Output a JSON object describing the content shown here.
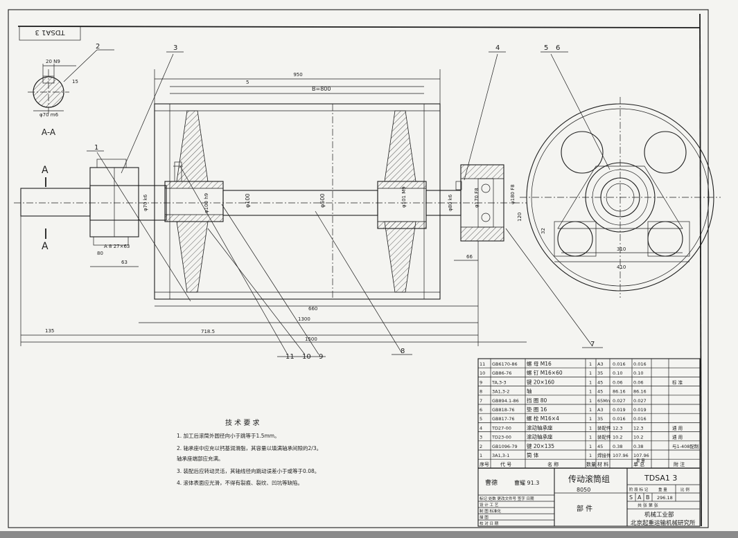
{
  "drawing": {
    "corner_code": "TDSA1 3",
    "section_label": "A-A",
    "view_label_top": "A",
    "view_label_bottom": "A",
    "keyway_width": "20 N9",
    "keyway_depth": "15",
    "shaft_section_dia": "φ70 m6"
  },
  "dimensions": {
    "d950": "950",
    "d5": "5",
    "b800": "B=800",
    "d660": "660",
    "d1300": "1300",
    "d1500": "1500",
    "d135": "135",
    "d718": "718.5",
    "d63": "63",
    "d80": "80",
    "d66": "66",
    "d120": "120",
    "d32": "32",
    "d310": "310",
    "d410": "410",
    "dia500": "φ500",
    "dia100": "φ100",
    "dia_d": "φ101 M9",
    "dia_left": "φ70 k6",
    "dia_mid": "φ100 h9",
    "dia_br1": "φ80 k6",
    "dia_br2": "φ180 F8",
    "dia_br3": "φ170 F8",
    "key_note": "A 8 27×63"
  },
  "balloons": [
    "2",
    "3",
    "1",
    "4",
    "5",
    "6",
    "7",
    "8",
    "9",
    "10",
    "11"
  ],
  "notes": {
    "title": "技 术 要 求",
    "items": [
      "1. 加工后滚筒外圆径向小于跳等于1.5mm。",
      "2. 轴承座中应充以钙基润滑脂，其容量以填满轴承间隙的2/3。",
      "   轴承座端部应充满。",
      "3. 装配后应转动灵活，其轴线径向跳动误差小于或等于0.08。",
      "4. 滚体表面应光滑，不得有裂痕、裂纹、凹坑等缺陷。"
    ]
  },
  "bom": {
    "rows": [
      {
        "no": "11",
        "code": "GB6170-86",
        "name": "螺 母  M16",
        "qty": "1",
        "mat": "A3",
        "w1": "0.016",
        "w2": "0.016",
        "note": ""
      },
      {
        "no": "10",
        "code": "GB86-76",
        "name": "螺 钉  M16×60",
        "qty": "1",
        "mat": "35",
        "w1": "0.10",
        "w2": "0.10",
        "note": ""
      },
      {
        "no": "9",
        "code": "TA,3-3",
        "name": "键  20×160",
        "qty": "1",
        "mat": "45",
        "w1": "0.06",
        "w2": "0.06",
        "note": "标 准"
      },
      {
        "no": "8",
        "code": "3A1,3-2",
        "name": "轴",
        "qty": "1",
        "mat": "45",
        "w1": "86.16",
        "w2": "86.16",
        "note": ""
      },
      {
        "no": "7",
        "code": "GB894.1-86",
        "name": "挡 圈  80",
        "qty": "1",
        "mat": "65Mn",
        "w1": "0.027",
        "w2": "0.027",
        "note": ""
      },
      {
        "no": "6",
        "code": "GB818-76",
        "name": "垫 圈  16",
        "qty": "1",
        "mat": "A3",
        "w1": "0.019",
        "w2": "0.019",
        "note": ""
      },
      {
        "no": "5",
        "code": "GB817-76",
        "name": "螺 栓  M16×4",
        "qty": "1",
        "mat": "35",
        "w1": "0.016",
        "w2": "0.016",
        "note": ""
      },
      {
        "no": "4",
        "code": "TD27-00",
        "name": "滚动轴承座",
        "qty": "1",
        "mat": "装配件",
        "w1": "12.3",
        "w2": "12.3",
        "note": "通 用"
      },
      {
        "no": "3",
        "code": "TD23-00",
        "name": "滚动轴承座",
        "qty": "1",
        "mat": "装配件",
        "w1": "10.2",
        "w2": "10.2",
        "note": "通 用"
      },
      {
        "no": "2",
        "code": "GB1096-79",
        "name": "键  20×135",
        "qty": "1",
        "mat": "45",
        "w1": "0.38",
        "w2": "0.38",
        "note": "与1-408配制"
      },
      {
        "no": "1",
        "code": "3A1,3-1",
        "name": "筒 体",
        "qty": "1",
        "mat": "焊接件",
        "w1": "107.96",
        "w2": "107.96",
        "note": ""
      }
    ],
    "header": {
      "no": "序号",
      "code": "代 号",
      "name": "名     称",
      "qty": "数量",
      "mat": "材 料",
      "weight": "单 总",
      "weight2": "重 量",
      "note": "附 注"
    }
  },
  "title_block": {
    "part_name": "传动滚筒组",
    "part_code": "8050",
    "category": "部 件",
    "drawing_no": "TDSA1 3",
    "stage_label": "阶 段 标 记",
    "weight_label": "重 量",
    "scale_label": "比 例",
    "marks": [
      "S",
      "A",
      "B"
    ],
    "weight": "296.18",
    "scale": "",
    "sheet_info": "共    张    第    张",
    "ministry": "机械工业部",
    "institute": "北京起重运输机械研究所",
    "sig_a": "曹德",
    "sig_b": "曹耀  91.3",
    "left_rows": [
      "标记 处数 更改文件号 签字 日期",
      "设 计      工 艺",
      "制 图      标准化",
      "描 图",
      "校 对      日 期"
    ]
  }
}
